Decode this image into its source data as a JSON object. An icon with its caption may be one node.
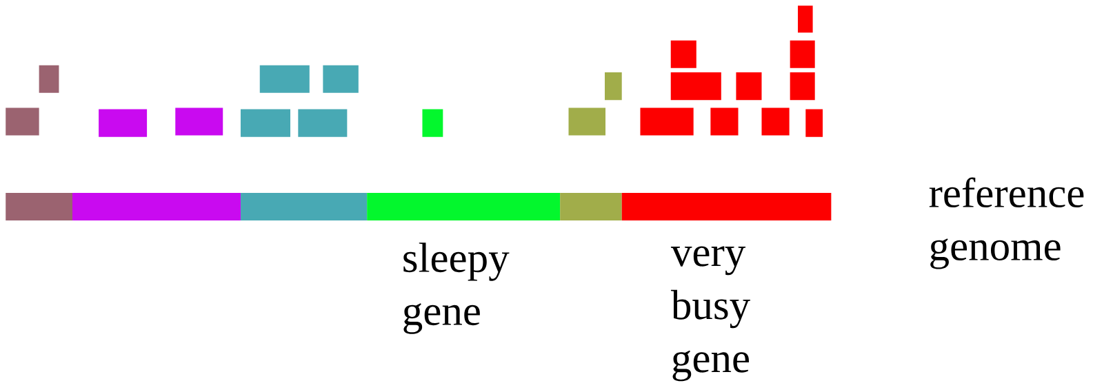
{
  "diagram": {
    "labels": [
      "sleepy gene",
      "very busy gene",
      "reference genome"
    ]
  }
}
